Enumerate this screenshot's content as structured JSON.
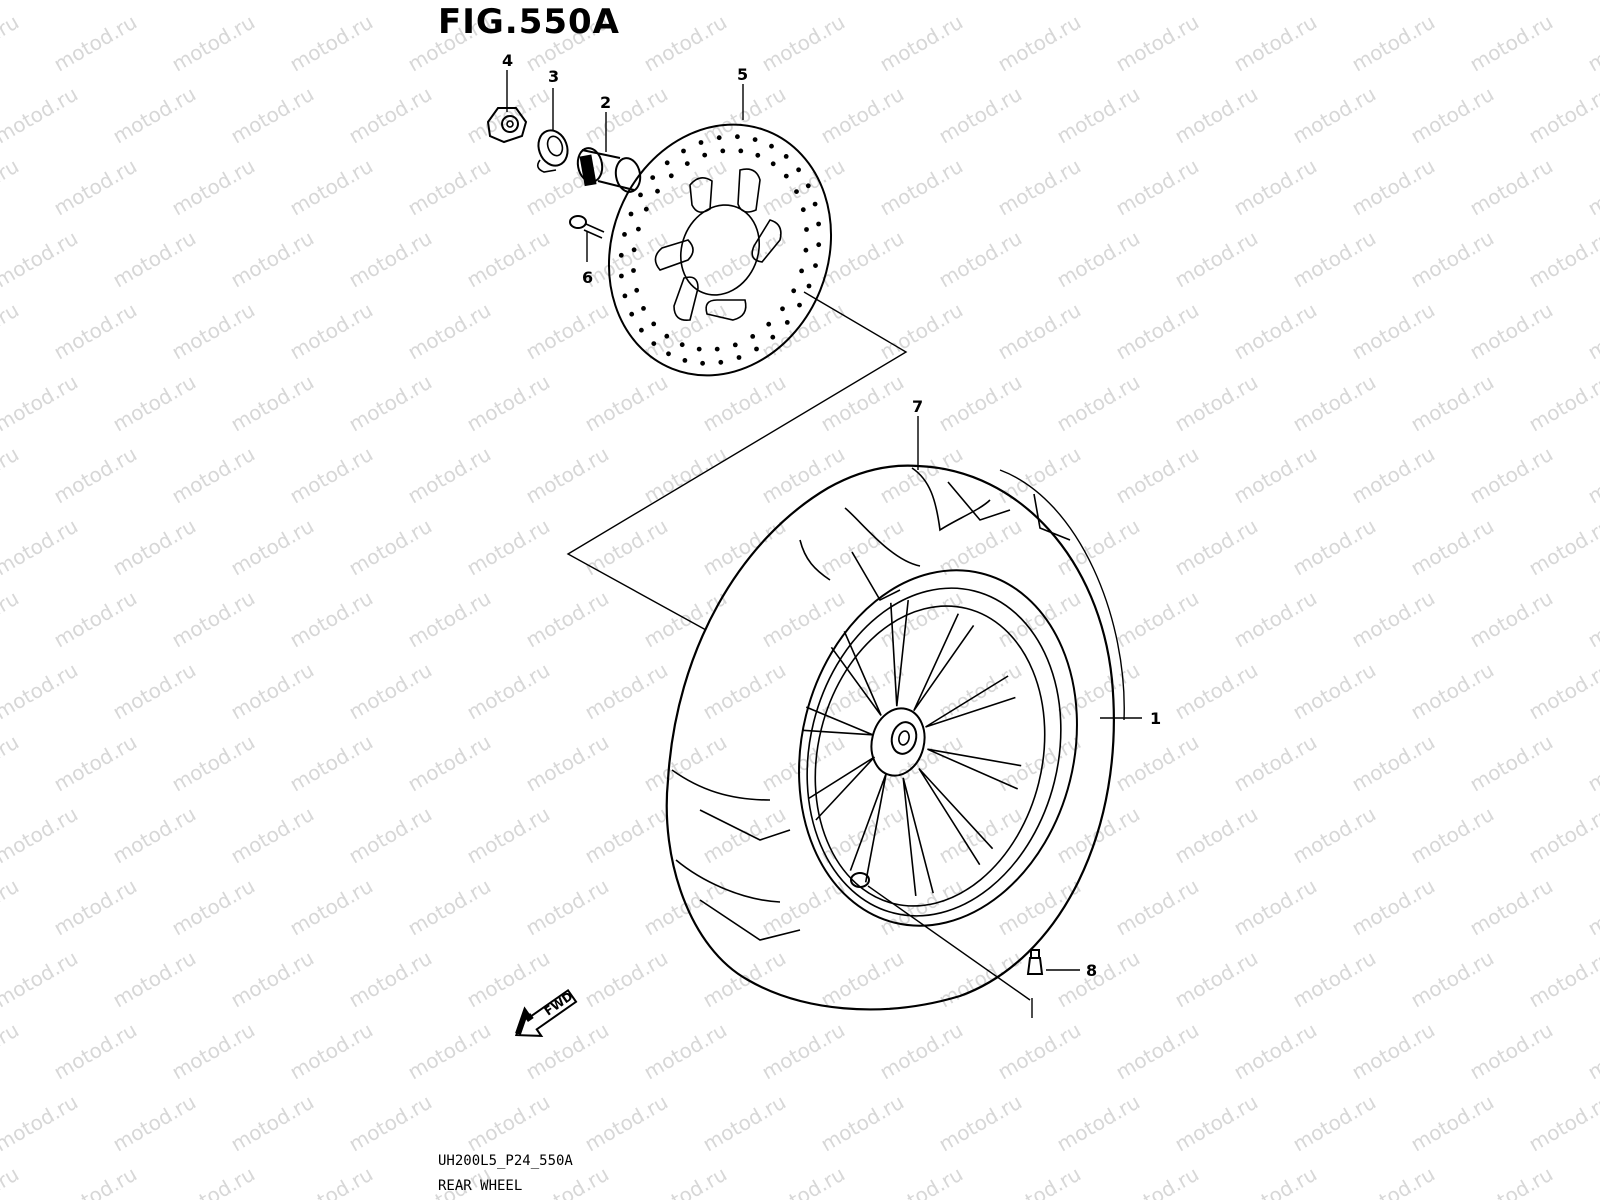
{
  "figure": {
    "title": "FIG.550A",
    "footer_code": "UH200L5_P24_550A",
    "footer_name": "REAR WHEEL"
  },
  "watermark": {
    "text": "motod.ru",
    "color": "#d7d7d7"
  },
  "callouts": [
    {
      "id": "c1",
      "label": "1"
    },
    {
      "id": "c2",
      "label": "2"
    },
    {
      "id": "c3",
      "label": "3"
    },
    {
      "id": "c4",
      "label": "4"
    },
    {
      "id": "c5",
      "label": "5"
    },
    {
      "id": "c6",
      "label": "6"
    },
    {
      "id": "c7",
      "label": "7"
    },
    {
      "id": "c8",
      "label": "8"
    }
  ],
  "direction_arrow": {
    "label": "FWD",
    "icon": "fwd-arrow-icon"
  }
}
